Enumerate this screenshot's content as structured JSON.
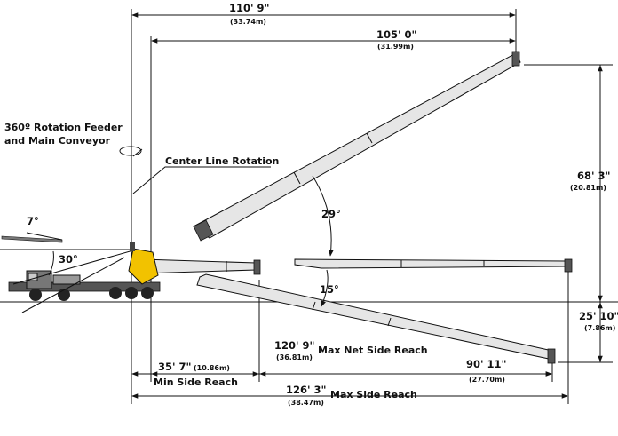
{
  "dimensions": {
    "top_total": {
      "ft": "110' 9\"",
      "m": "(33.74m)"
    },
    "top_boom": {
      "ft": "105' 0\"",
      "m": "(31.99m)"
    },
    "height_up": {
      "ft": "68' 3\"",
      "m": "(20.81m)"
    },
    "height_down": {
      "ft": "25' 10\"",
      "m": "(7.86m)"
    },
    "max_net_side": {
      "ft": "120' 9\"",
      "m": "(36.81m)",
      "label": "Max Net Side Reach"
    },
    "min_side": {
      "ft": "35' 7\"",
      "m": "(10.86m)",
      "label": "Min Side Reach"
    },
    "right_span": {
      "ft": "90' 11\"",
      "m": "(27.70m)"
    },
    "max_side": {
      "ft": "126' 3\"",
      "m": "(38.47m)",
      "label": "Max Side Reach"
    }
  },
  "angles": {
    "up": "29°",
    "down": "15°",
    "feeder": "7°",
    "truck": "30°"
  },
  "labels": {
    "rotation_line1": "360º Rotation Feeder",
    "rotation_line2": "and Main Conveyor",
    "center_line": "Center Line Rotation"
  },
  "colors": {
    "crane_yellow": "#f2c200",
    "boom_gray": "#e6e6e6"
  }
}
